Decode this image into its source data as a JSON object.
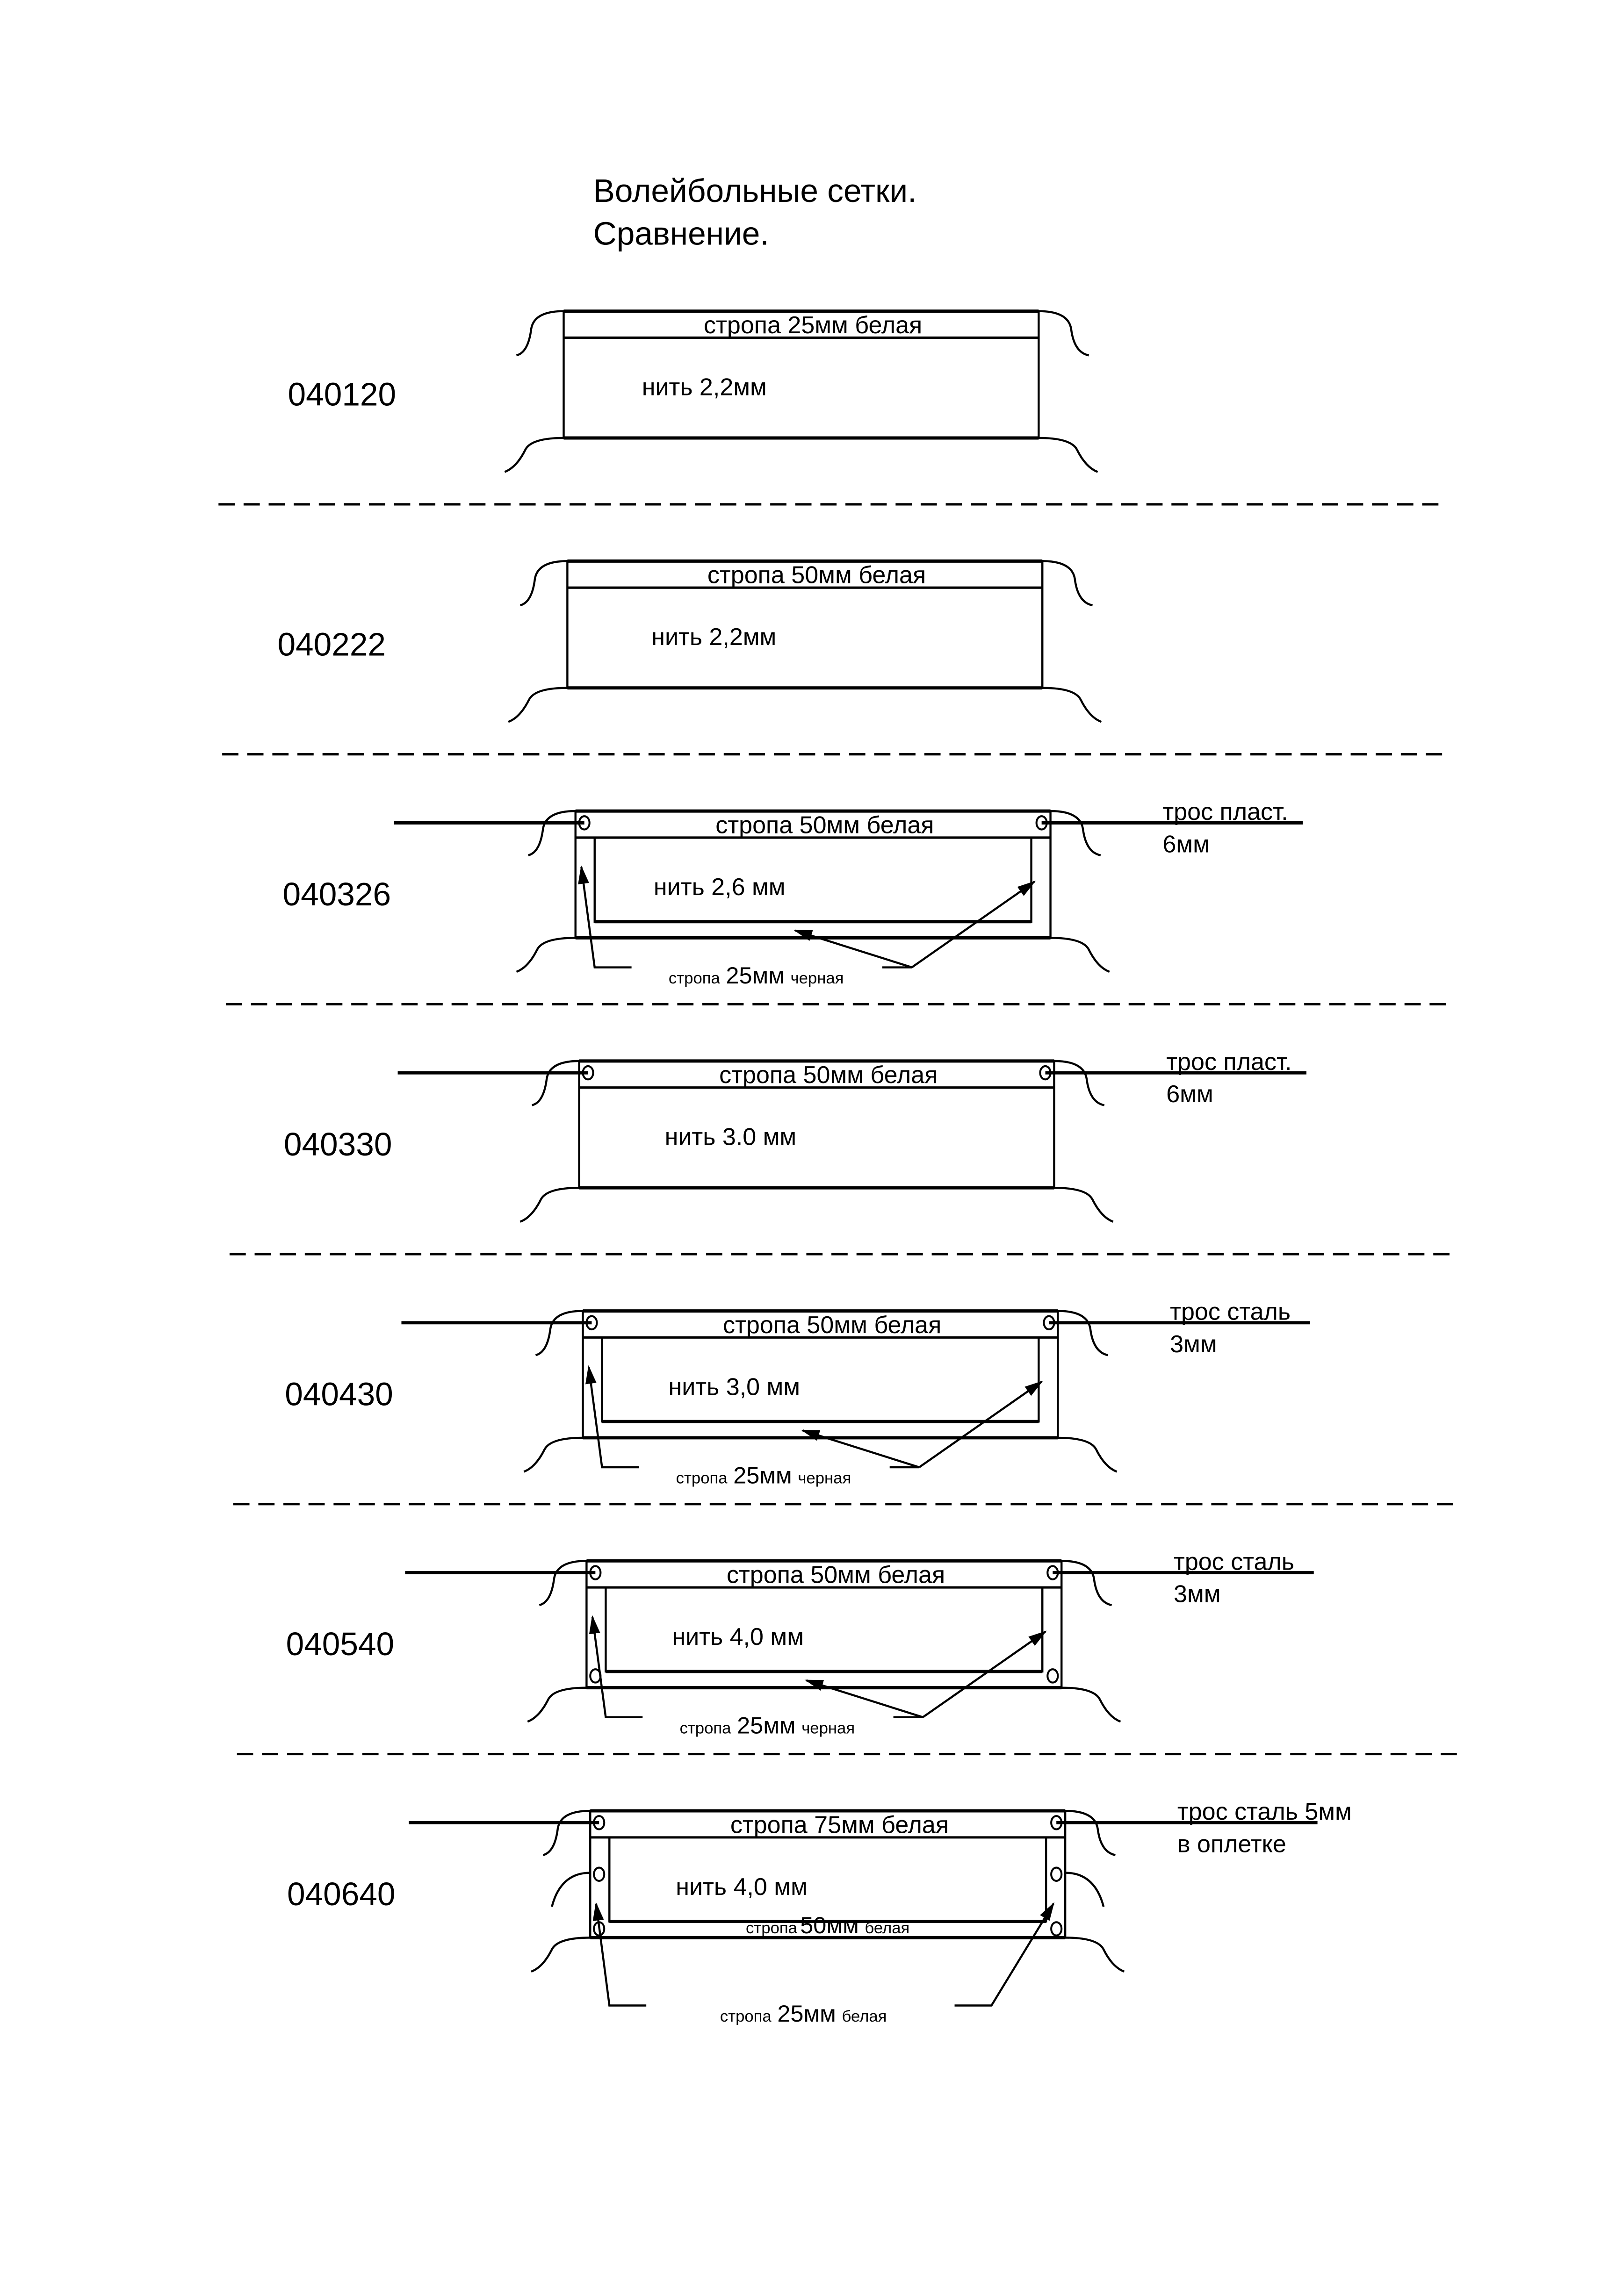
{
  "title": {
    "line1": "Волейбольные сетки.",
    "line2": "Сравнение."
  },
  "sections": [
    {
      "code": "040120",
      "strap": "стропа 25мм белая",
      "thread": "нить 2,2мм",
      "rope": null,
      "grommets": "none",
      "inner": false,
      "callout": null
    },
    {
      "code": "040222",
      "strap": "стропа 50мм белая",
      "thread": "нить 2,2мм",
      "rope": null,
      "grommets": "none",
      "inner": false,
      "callout": null
    },
    {
      "code": "040326",
      "strap": "стропа 50мм белая",
      "thread": "нить 2,6 мм",
      "rope": {
        "line1": "трос пласт.",
        "line2": "6мм"
      },
      "grommets": "top",
      "inner": true,
      "callout": {
        "pre": "стропа",
        "size": "25мм",
        "post": "черная"
      }
    },
    {
      "code": "040330",
      "strap": "стропа 50мм белая",
      "thread": "нить 3.0 мм",
      "rope": {
        "line1": "трос пласт.",
        "line2": "6мм"
      },
      "grommets": "top",
      "inner": false,
      "callout": null
    },
    {
      "code": "040430",
      "strap": "стропа 50мм белая",
      "thread": "нить 3,0 мм",
      "rope": {
        "line1": "трос сталь",
        "line2": "3мм"
      },
      "grommets": "top",
      "inner": true,
      "callout": {
        "pre": "стропа",
        "size": "25мм",
        "post": "черная"
      }
    },
    {
      "code": "040540",
      "strap": "стропа 50мм белая",
      "thread": "нить 4,0 мм",
      "rope": {
        "line1": "трос сталь",
        "line2": "3мм"
      },
      "grommets": "corners",
      "inner": true,
      "callout": {
        "pre": "стропа",
        "size": "25мм",
        "post": "черная"
      }
    },
    {
      "code": "040640",
      "strap": "стропа 75мм белая",
      "thread": "нить 4,0 мм",
      "rope": {
        "line1": "трос сталь 5мм",
        "line2": "в оплетке"
      },
      "grommets": "three",
      "inner": true,
      "bottom_strap": {
        "pre": "стропа",
        "size": "50мм",
        "post": "белая"
      },
      "callout": {
        "pre": "стропа",
        "size": "25мм",
        "post": "белая"
      }
    }
  ]
}
